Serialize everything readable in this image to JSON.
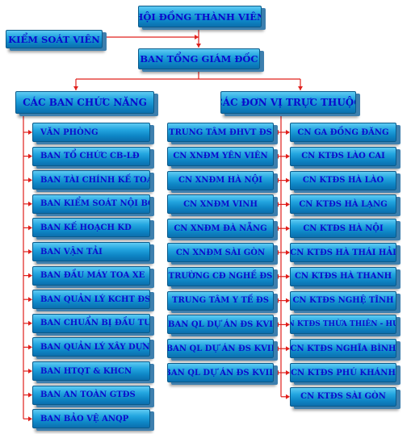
{
  "top": {
    "board": "HỘI ĐỒNG THÀNH VIÊN",
    "supervisor": "KIỂM SOÁT VIÊN",
    "general_director": "BAN TỔNG GIÁM ĐỐC"
  },
  "groups": {
    "functional": "CÁC BAN CHỨC NĂNG",
    "units": "CÁC ĐƠN VỊ TRỰC THUỘC"
  },
  "functional_boards": [
    "VĂN PHÒNG",
    "BAN TỔ CHỨC CB-LĐ",
    "BAN TÀI CHÍNH KẾ TOÁN",
    "BAN KIỂM SOÁT NỘI BỘ",
    "BAN KẾ HOẠCH KD",
    "BAN VẬN TẢI",
    "BAN ĐẦU MÁY TOA XE",
    "BAN QUẢN LÝ KCHT ĐS",
    "BAN CHUẨN BỊ ĐẦU TƯ",
    "BAN QUẢN LÝ XÂY DỰNG",
    "BAN HTQT & KHCN",
    "BAN AN TOÀN GTĐS",
    "BAN BẢO VỆ ANQP"
  ],
  "units_middle": [
    "TRUNG TÂM ĐHVT ĐS",
    "CN XNĐM YÊN VIÊN",
    "CN XNĐM HÀ NỘI",
    "CN XNĐM VINH",
    "CN XNĐM ĐÀ NẴNG",
    "CN XNĐM SÀI GÒN",
    "TRƯỜNG CĐ NGHỀ ĐS",
    "TRUNG TÂM Y TẾ ĐS",
    "BAN QL DỰ ÁN ĐS KVI",
    "BAN QL DỰ ÁN ĐS KVII",
    "BAN QL DỰ ÁN ĐS KVIII"
  ],
  "units_right": [
    "CN GA ĐỒNG ĐĂNG",
    "CN KTĐS LÀO CAI",
    "CN KTĐS HÀ LÀO",
    "CN KTĐS HÀ LẠNG",
    "CN KTĐS HÀ NỘI",
    "CN KTĐS HÀ THÁI HẢI",
    "CN KTĐS HÀ THANH",
    "CN KTĐS NGHỆ TĨNH",
    "CN KTĐS THỪA THIÊN - HUẾ",
    "CN KTĐS NGHĨA BÌNH",
    "CN KTĐS PHÚ KHÁNH",
    "CN KTĐS SÀI GÒN"
  ],
  "colors": {
    "box_fill": "#1a9ad6",
    "box_text": "#0c0ccc",
    "connector": "#e0201c"
  }
}
